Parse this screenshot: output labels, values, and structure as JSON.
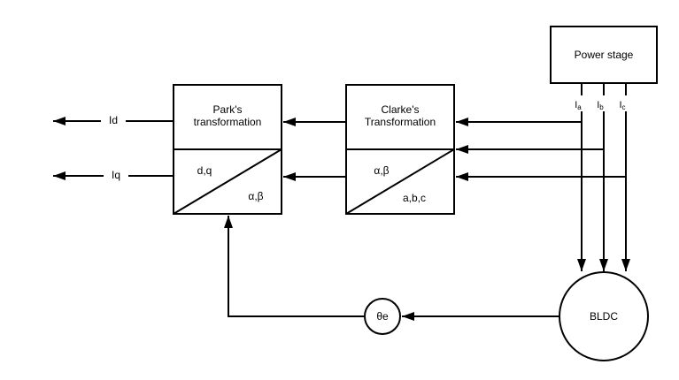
{
  "page": {
    "background_color": "#ffffff",
    "stroke_color": "#000000",
    "box_fill_color": "#ffffff"
  },
  "diagram": {
    "park_block": {
      "title_line1": "Park's",
      "title_line2": "transformation",
      "left_label": "d,q",
      "right_label": "α,β"
    },
    "clarke_block": {
      "title_line1": "Clarke's",
      "title_line2": "Transformation",
      "left_label": "α,β",
      "right_label": "a,b,c"
    },
    "power_stage_block": {
      "label": "Power stage"
    },
    "bldc_node": {
      "label": "BLDC"
    },
    "theta_node": {
      "label": "θe"
    },
    "signals": {
      "id_label": "Id",
      "iq_label": "Iq",
      "ia": {
        "base": "I",
        "sub": "a"
      },
      "ib": {
        "base": "I",
        "sub": "b"
      },
      "ic": {
        "base": "I",
        "sub": "c"
      }
    }
  }
}
